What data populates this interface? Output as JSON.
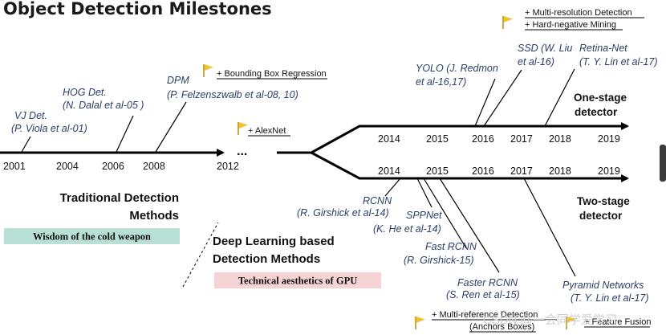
{
  "title": "Object Detection Milestones",
  "colors": {
    "axis": "#000000",
    "detector_text": "#2b3f66",
    "flag": "#f2c12e",
    "badge_green": "#b9e0d6",
    "badge_pink": "#f6d4d6"
  },
  "traditional": {
    "years": [
      "2001",
      "2004",
      "2006",
      "2008",
      "2012"
    ],
    "ellipsis": "...",
    "detectors": [
      {
        "name": "VJ Det.",
        "authors": "(P. Viola et al-01)"
      },
      {
        "name": "HOG Det.",
        "authors": "(N. Dalal et al-05 )"
      },
      {
        "name": "DPM",
        "authors": "(P. Felzenszwalb et al-08, 10)"
      }
    ],
    "notes": {
      "bbox_regression": "+ Bounding Box Regression",
      "alexnet": "+ AlexNet"
    },
    "section_line1": "Traditional Detection",
    "section_line2": "Methods",
    "badge": "Wisdom of the cold weapon"
  },
  "deep": {
    "section_line1": "Deep Learning based",
    "section_line2": "Detection Methods",
    "badge": "Technical aesthetics of GPU"
  },
  "one_stage": {
    "label_line1": "One-stage",
    "label_line2": "detector",
    "years": [
      "2014",
      "2015",
      "2016",
      "2017",
      "2018",
      "2019"
    ],
    "detectors": [
      {
        "name": "YOLO (J. Redmon",
        "authors": "et al-16,17)"
      },
      {
        "name": "SSD (W. Liu",
        "authors": "et al-16)"
      },
      {
        "name": "Retina-Net",
        "authors": "(T. Y. Lin et al-17)"
      }
    ],
    "notes": [
      "+ Multi-resolution Detection",
      "+ Hard-negative Mining"
    ]
  },
  "two_stage": {
    "label_line1": "Two-stage",
    "label_line2": "detector",
    "years": [
      "2014",
      "2015",
      "2016",
      "2017",
      "2018",
      "2019"
    ],
    "detectors": [
      {
        "name": "RCNN",
        "authors": "(R. Girshick et al-14)"
      },
      {
        "name": "SPPNet",
        "authors": "(K. He et al-14)"
      },
      {
        "name": "Fast RCNN",
        "authors": "(R. Girshick-15)"
      },
      {
        "name": "Faster RCNN",
        "authors": "(S. Ren et al-15)"
      },
      {
        "name": "Pyramid Networks",
        "authors": "(T. Y. Lin et al-17)"
      }
    ],
    "notes": {
      "multi_reference_line1": "+ Multi-reference Detection",
      "multi_reference_line2": "(Anchors Boxes)",
      "feature_fusion": "+ Feature Fusion"
    }
  },
  "watermark": "CSDN @一会同学爱学习"
}
